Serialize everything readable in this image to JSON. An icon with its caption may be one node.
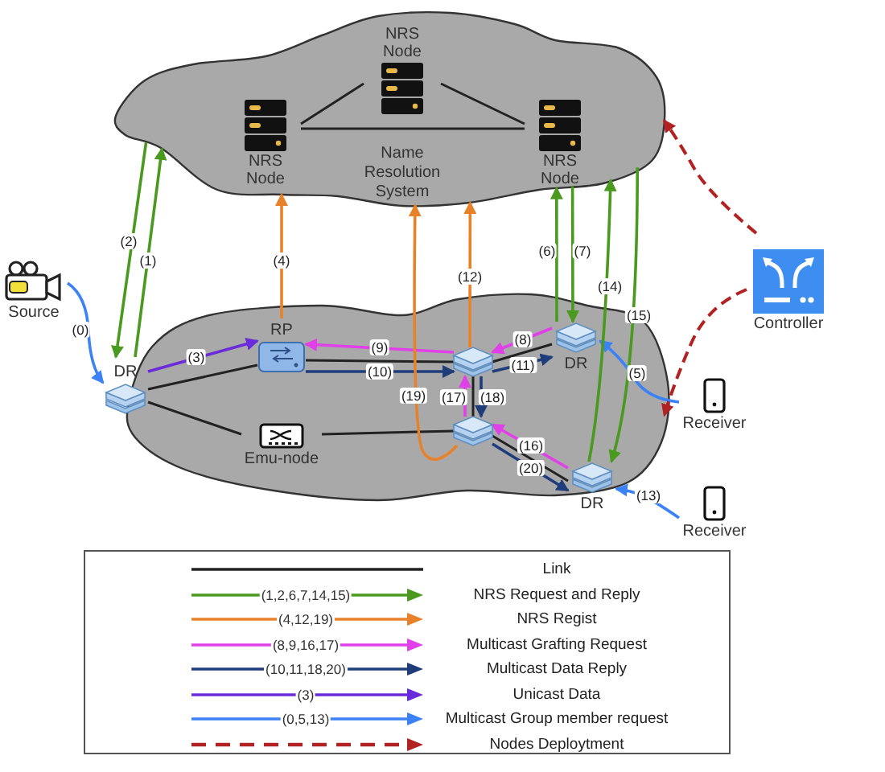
{
  "diagram": {
    "nodes": [
      {
        "text": [
          "Name Resolution System"
        ]
      },
      {
        "text": [
          "NRS Node"
        ],
        "in": 0
      },
      {
        "text": [
          "NRS Node"
        ],
        "in": 0
      },
      {
        "text": [
          "NRS Node"
        ],
        "in": 0
      },
      {
        "text": [],
        "shape": "cloud"
      },
      {
        "text": [
          "Source"
        ]
      },
      {
        "text": [
          "DR"
        ]
      },
      {
        "text": [
          "RP"
        ],
        "in": 4
      },
      {
        "text": [
          "Emu-node"
        ],
        "in": 4
      },
      {
        "text": [],
        "shape": "box",
        "in": 4
      },
      {
        "text": [],
        "shape": "box",
        "in": 4
      },
      {
        "text": [
          "DR"
        ],
        "in": 4
      },
      {
        "text": [
          "DR"
        ],
        "in": 4
      },
      {
        "text": [
          "Receiver"
        ]
      },
      {
        "text": [
          "Receiver"
        ]
      },
      {
        "text": [
          "Controller"
        ]
      }
    ],
    "edges": [
      {
        "from": 1,
        "to": 2,
        "arrow": "none"
      },
      {
        "from": 2,
        "to": 3,
        "arrow": "none"
      },
      {
        "from": 1,
        "to": 3,
        "arrow": "none"
      },
      {
        "from": 6,
        "to": 7,
        "arrow": "none"
      },
      {
        "from": 6,
        "to": 8,
        "arrow": "none"
      },
      {
        "from": 7,
        "to": 9,
        "arrow": "none"
      },
      {
        "from": 8,
        "to": 10,
        "arrow": "none"
      },
      {
        "from": 9,
        "to": 10,
        "arrow": "none"
      },
      {
        "from": 9,
        "to": 11,
        "arrow": "none"
      },
      {
        "from": 10,
        "to": 12,
        "arrow": "none"
      },
      {
        "from": 5,
        "to": 6,
        "arrow": "to",
        "label": "(0)",
        "color": "#3b82f6"
      },
      {
        "from": 6,
        "to": 0,
        "arrow": "to",
        "label": "(1)",
        "color": "#4a9a1f"
      },
      {
        "from": 0,
        "to": 6,
        "arrow": "to",
        "label": "(2)",
        "color": "#4a9a1f"
      },
      {
        "from": 6,
        "to": 7,
        "arrow": "to",
        "label": "(3)",
        "color": "#6a2bd9"
      },
      {
        "from": 7,
        "to": 0,
        "arrow": "to",
        "label": "(4)",
        "color": "#e8822a"
      },
      {
        "from": 13,
        "to": 11,
        "arrow": "to",
        "label": "(5)",
        "color": "#3b82f6"
      },
      {
        "from": 11,
        "to": 0,
        "arrow": "to",
        "label": "(6)",
        "color": "#4a9a1f"
      },
      {
        "from": 0,
        "to": 11,
        "arrow": "to",
        "label": "(7)",
        "color": "#4a9a1f"
      },
      {
        "from": 11,
        "to": 9,
        "arrow": "to",
        "label": "(8)",
        "color": "#e040e8"
      },
      {
        "from": 9,
        "to": 7,
        "arrow": "to",
        "label": "(9)",
        "color": "#e040e8"
      },
      {
        "from": 7,
        "to": 9,
        "arrow": "to",
        "label": "(10)",
        "color": "#1f3d7a"
      },
      {
        "from": 9,
        "to": 11,
        "arrow": "to",
        "label": "(11)",
        "color": "#1f3d7a"
      },
      {
        "from": 9,
        "to": 0,
        "arrow": "to",
        "label": "(12)",
        "color": "#e8822a"
      },
      {
        "from": 14,
        "to": 12,
        "arrow": "to",
        "label": "(13)",
        "color": "#3b82f6"
      },
      {
        "from": 12,
        "to": 0,
        "arrow": "to",
        "label": "(14)",
        "color": "#4a9a1f"
      },
      {
        "from": 0,
        "to": 12,
        "arrow": "to",
        "label": "(15)",
        "color": "#4a9a1f"
      },
      {
        "from": 12,
        "to": 10,
        "arrow": "to",
        "label": "(16)",
        "color": "#e040e8"
      },
      {
        "from": 10,
        "to": 9,
        "arrow": "to",
        "label": "(17)",
        "color": "#e040e8"
      },
      {
        "from": 9,
        "to": 10,
        "arrow": "to",
        "label": "(18)",
        "color": "#1f3d7a"
      },
      {
        "from": 10,
        "to": 0,
        "arrow": "to",
        "label": "(19)",
        "color": "#e8822a"
      },
      {
        "from": 10,
        "to": 12,
        "arrow": "to",
        "label": "(20)",
        "color": "#1f3d7a"
      },
      {
        "from": 15,
        "to": 0,
        "arrow": "to",
        "style": "dashed",
        "color": "#b22222"
      },
      {
        "from": 15,
        "to": 4,
        "arrow": "to",
        "style": "dashed",
        "color": "#b22222"
      }
    ],
    "labels": [
      "(1,2,6,7,14,15)",
      "(4,12,19)",
      "(8,9,16,17)",
      "(10,11,18,20)",
      "(3)",
      "(0,5,13)"
    ],
    "legend": [
      {
        "text": "Link",
        "color": "#222222"
      },
      {
        "text": "NRS Request and Reply",
        "color": "#4a9a1f"
      },
      {
        "text": "NRS Regist",
        "color": "#e8822a"
      },
      {
        "text": "Multicast Grafting Request",
        "color": "#e040e8"
      },
      {
        "text": "Multicast Data Reply",
        "color": "#1f3d7a"
      },
      {
        "text": "Unicast Data",
        "color": "#6a2bd9"
      },
      {
        "text": "Multicast Group member request",
        "color": "#3b82f6"
      },
      {
        "text": "Nodes Deploytment",
        "color": "#b22222"
      }
    ]
  }
}
